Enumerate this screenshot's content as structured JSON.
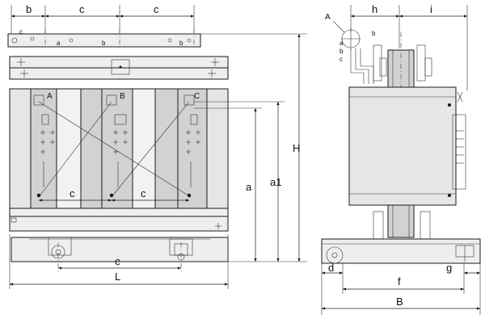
{
  "front_view": {
    "dims": {
      "top_b": "b",
      "top_c1": "c",
      "top_c2": "c",
      "height_H": "H",
      "height_a": "a",
      "height_a1": "a1",
      "bottom_e": "e",
      "bottom_L": "L",
      "inner_c1": "c",
      "inner_c2": "c"
    },
    "bar_labels": [
      "c",
      "a",
      "b",
      "b"
    ],
    "terminal_labels": [
      "A",
      "B",
      "C"
    ]
  },
  "side_view": {
    "dims": {
      "top_h": "h",
      "top_i": "i",
      "bottom_d": "d",
      "bottom_f": "f",
      "bottom_g": "g",
      "bottom_B": "B"
    },
    "detail_label": "A",
    "detail_letters": [
      "a",
      "b",
      "c",
      "b"
    ]
  }
}
